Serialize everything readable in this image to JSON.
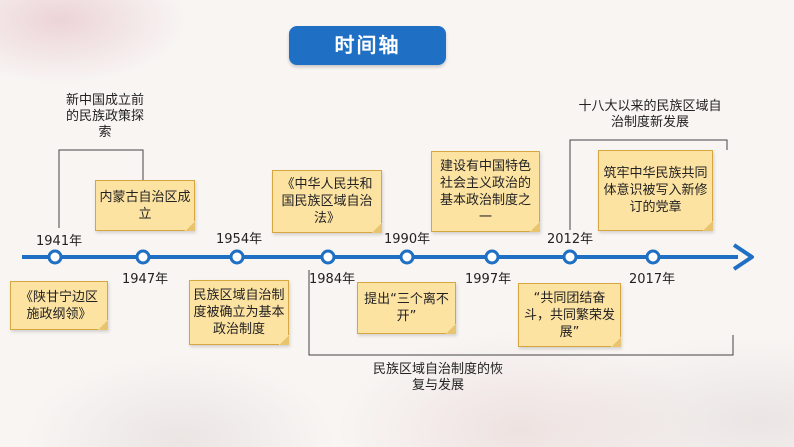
{
  "title": "时间轴",
  "years": {
    "y1941": "1941年",
    "y1947": "1947年",
    "y1954": "1954年",
    "y1984": "1984年",
    "y1990": "1990年",
    "y1997": "1997年",
    "y2012": "2012年",
    "y2017": "2017年"
  },
  "periods": {
    "early": "新中国成立前的民族政策探索",
    "middle": "民族区域自治制度的恢复与发展",
    "recent": "十八大以来的民族区域自治制度新发展"
  },
  "events": {
    "e1941": "《陕甘宁边区施政纲领》",
    "e1947": "内蒙古自治区成立",
    "e1954": "民族区域自治制度被确立为基本政治制度",
    "e1984": "《中华人民共和国民族区域自治法》",
    "e1990": "提出“三个离不开”",
    "e1997": "建设有中国特色社会主义政治的基本政治制度之一",
    "e2012": "“共同团结奋斗，共同繁荣发展”",
    "e2017": "筑牢中华民族共同体意识被写入新修订的党章"
  },
  "colors": {
    "accent": "#1f6fc4",
    "note_fill": "#fde3a2",
    "note_border": "#d8a640"
  }
}
